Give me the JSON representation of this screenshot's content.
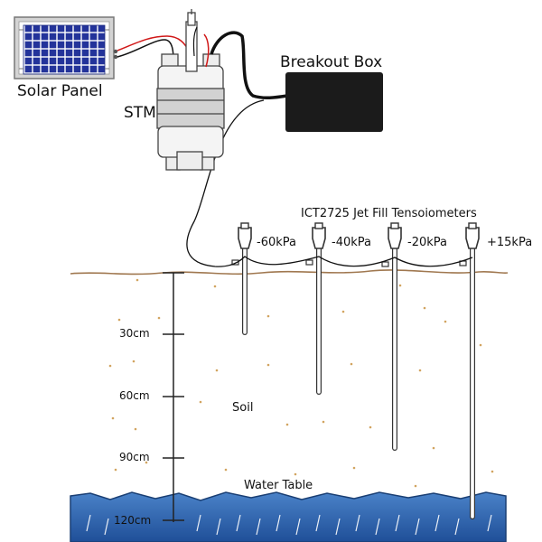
{
  "labels": {
    "solar_panel": "Solar Panel",
    "stm": "STM",
    "breakout_box": "Breakout Box",
    "tensiometers_title": "ICT2725 Jet Fill Tensoiometers",
    "soil": "Soil",
    "water_table": "Water Table"
  },
  "tensiometers": [
    "-60kPa",
    "-40kPa",
    "-20kPa",
    "+15kPa"
  ],
  "depth_ticks": [
    "30cm",
    "60cm",
    "90cm",
    "120cm"
  ],
  "colors": {
    "soil_surface": "#a07850",
    "soil_dots": "#d2a460",
    "water": "#2d63ad",
    "water_edge": "#1a3f74",
    "panel_frame": "#8c8c8c",
    "panel_cells": "#23339a",
    "breakout_box": "#1b1b1b",
    "cable": "#111111",
    "red_wire": "#d01818"
  }
}
